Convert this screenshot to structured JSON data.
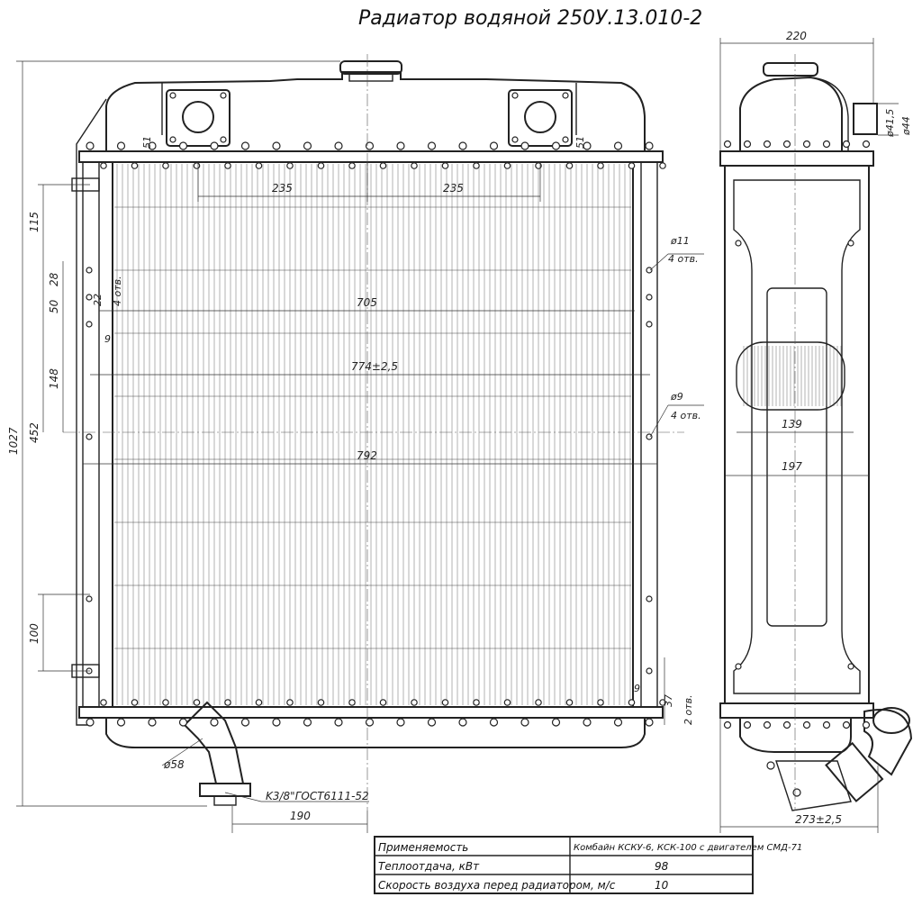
{
  "title": "Радиатор водяной 250У.13.010-2",
  "front_view": {
    "dims": {
      "top_51_left": "51",
      "top_51_right": "51",
      "d235_left": "235",
      "d235_right": "235",
      "d705": "705",
      "d774": "774±2,5",
      "d792": "792",
      "d1027": "1027",
      "d115": "115",
      "d28": "28",
      "d50": "50",
      "d22": "22",
      "d4otv_left": "4 отв.",
      "d9_left": "9",
      "d148": "148",
      "d452": "452",
      "d100": "100",
      "phi11": "ø11",
      "phi11_count": "4 отв.",
      "phi9": "ø9",
      "phi9_count": "4 отв.",
      "d9_right": "9",
      "d37": "37",
      "d2otv": "2 отв.",
      "phi58": "ø58",
      "k38": "K3/8\"ГОСТ6111-52",
      "d190": "190"
    }
  },
  "side_view": {
    "dims": {
      "d220": "220",
      "phi41_5": "ø41,5",
      "phi44": "ø44",
      "d139": "139",
      "d197": "197",
      "d273": "273±2,5"
    }
  },
  "spec_table": {
    "rows": [
      {
        "label": "Применяемость",
        "value": "Комбайн КСКУ-6, КСК-100 с двигателем  СМД-71"
      },
      {
        "label": "Теплоотдача, кВт",
        "value": "98"
      },
      {
        "label": "Скорость воздуха перед радиатором, м/с",
        "value": "10"
      }
    ]
  }
}
